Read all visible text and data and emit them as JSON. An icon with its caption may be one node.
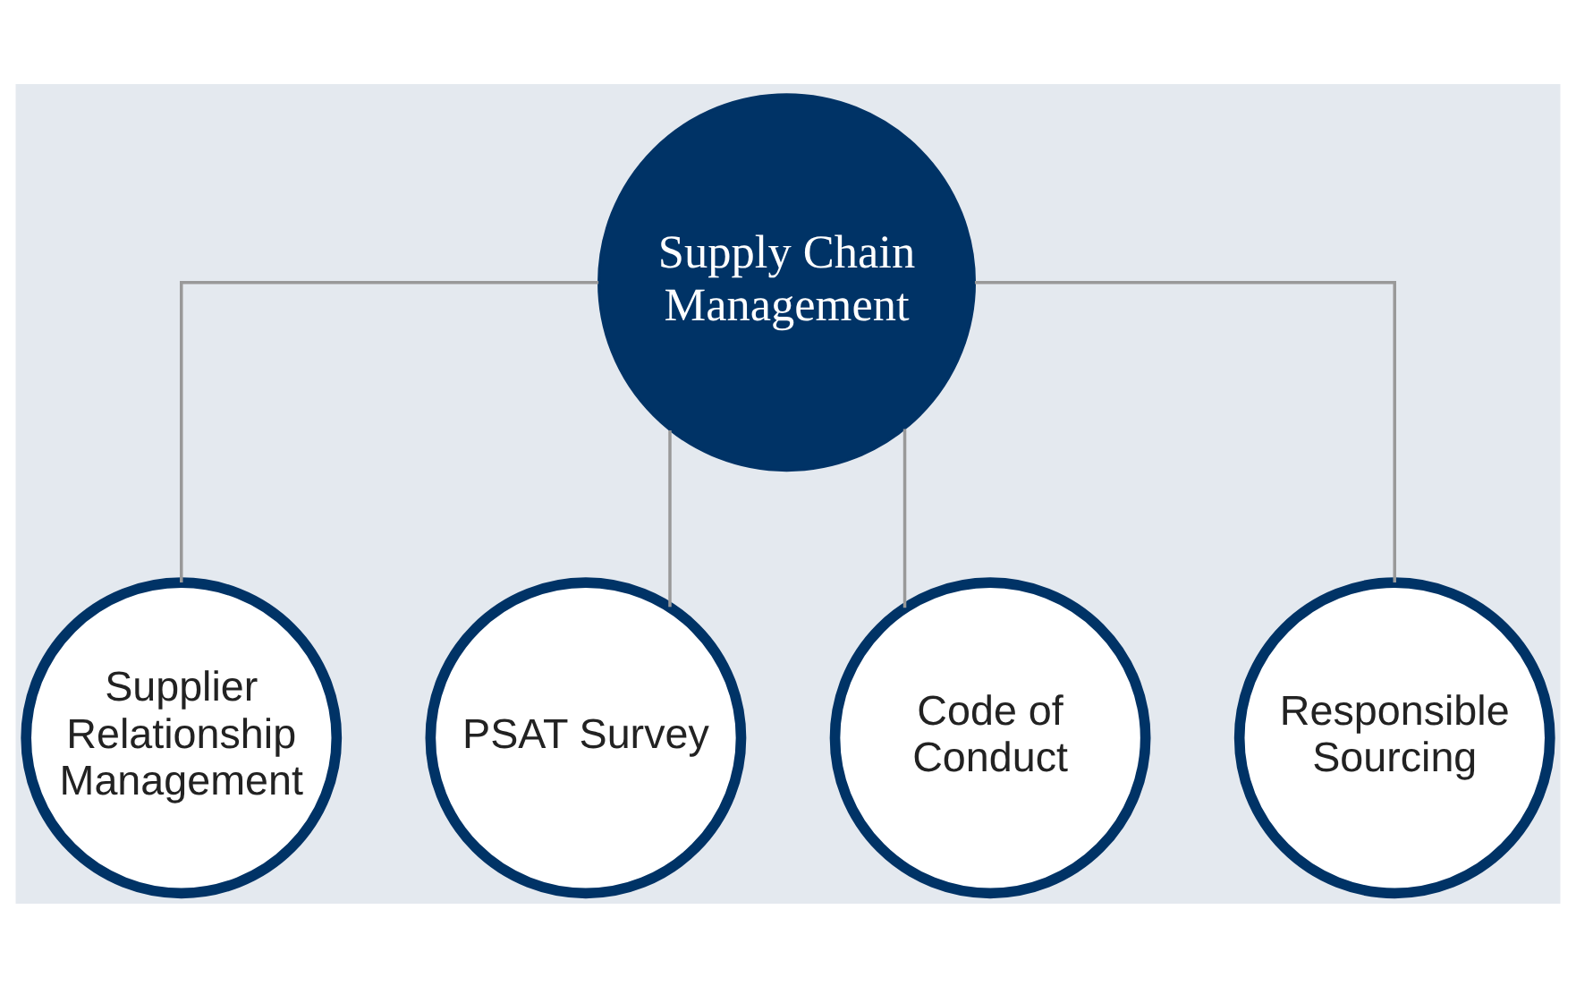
{
  "diagram": {
    "nodes": [
      {
        "text": [
          "Supply Chain Management"
        ]
      },
      {
        "text": [
          "Supplier Relationship Management"
        ]
      },
      {
        "text": [
          "PSAT Survey"
        ]
      },
      {
        "text": [
          "Code of Conduct"
        ]
      },
      {
        "text": [
          "Responsible Sourcing"
        ]
      }
    ],
    "edges": [
      {
        "from": 0,
        "to": 1,
        "arrow": "none"
      },
      {
        "from": 0,
        "to": 2,
        "arrow": "none"
      },
      {
        "from": 0,
        "to": 3,
        "arrow": "none"
      },
      {
        "from": 0,
        "to": 4,
        "arrow": "none"
      }
    ]
  }
}
